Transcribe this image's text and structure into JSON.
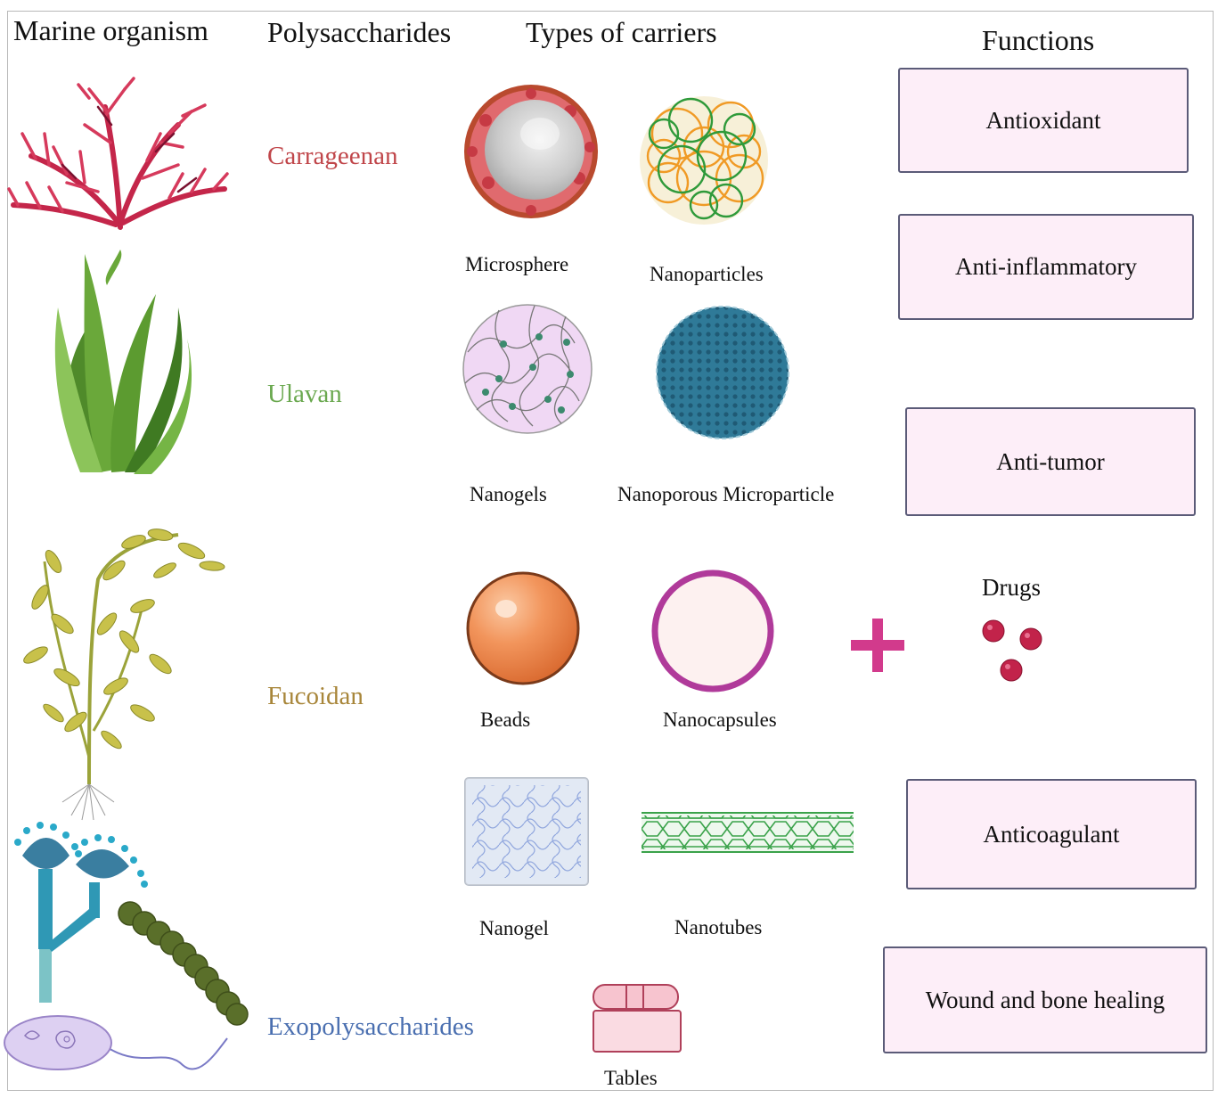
{
  "headers": {
    "marine_organism": "Marine organism",
    "polysaccharides": "Polysaccharides",
    "types_of_carriers": "Types of carriers",
    "functions": "Functions"
  },
  "polysaccharides": [
    {
      "name": "Carrageenan",
      "color": "#c0464a"
    },
    {
      "name": "Ulavan",
      "color": "#6aa84f"
    },
    {
      "name": "Fucoidan",
      "color": "#a8863a"
    },
    {
      "name": "Exopolysaccharides",
      "color": "#4a6fb0"
    }
  ],
  "carriers": {
    "microsphere": "Microsphere",
    "nanoparticles": "Nanoparticles",
    "nanogels": "Nanogels",
    "nanoporous_microparticle": "Nanoporous Microparticle",
    "beads": "Beads",
    "nanocapsules": "Nanocapsules",
    "nanogel": "Nanogel",
    "nanotubes": "Nanotubes",
    "tables": "Tables"
  },
  "drugs_label": "Drugs",
  "functions": [
    "Antioxidant",
    "Anti-inflammatory",
    "Anti-tumor",
    "Anticoagulant",
    "Wound and bone healing"
  ],
  "colors": {
    "function_box_fill": "#fdeef8",
    "function_box_border": "#5b5b78",
    "plus": "#d23a8c",
    "drug": "#c2234a"
  },
  "icons": [
    "red-seaweed-icon",
    "green-seaweed-icon",
    "brown-kelp-icon",
    "fungus-icon",
    "bacteria-chain-icon",
    "bacterium-icon",
    "microsphere-icon",
    "nanoparticle-icon",
    "nanogel-icon",
    "nanoporous-microparticle-icon",
    "bead-icon",
    "nanocapsule-icon",
    "nanogel-sheet-icon",
    "nanotube-icon",
    "tablet-icon",
    "plus-icon",
    "drug-dot-icon"
  ]
}
